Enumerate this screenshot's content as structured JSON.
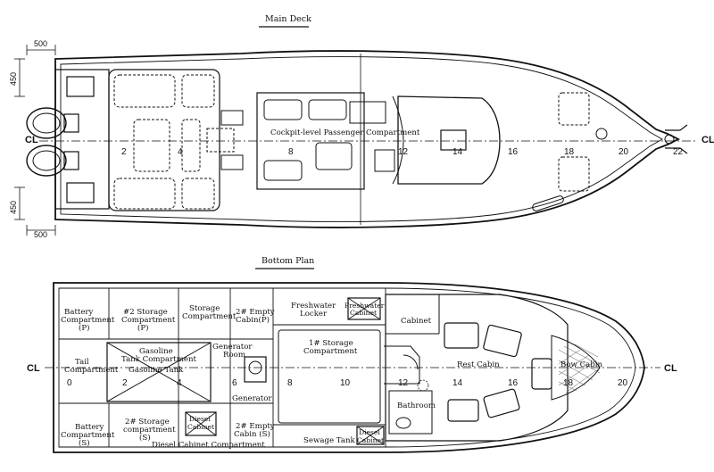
{
  "main_deck": {
    "title": "Main Deck",
    "passenger_label": "Cockpit-level Passenger Compartment",
    "dims": {
      "top": "500",
      "bottom": "500",
      "left_top": "450",
      "left_bottom": "450"
    },
    "cl_left": "CL",
    "cl_right": "CL",
    "stations": [
      "2",
      "4",
      "8",
      "12",
      "14",
      "16",
      "18",
      "20",
      "22"
    ]
  },
  "bottom_plan": {
    "title": "Bottom Plan",
    "cl_left": "CL",
    "cl_right": "CL",
    "rooms": {
      "battery_p": [
        "Battery",
        "Compartment",
        "(P)"
      ],
      "storage2_p": [
        "#2 Storage",
        "Compartment",
        "(P)"
      ],
      "storage": [
        "Storage",
        "Compartment"
      ],
      "empty_cabin_p": [
        "2# Empty",
        "Cabin(P)"
      ],
      "freshwater_locker": [
        "Freshwater",
        "Locker"
      ],
      "freshwater_cabinet": [
        "Freshwater",
        "Cabinet"
      ],
      "cabinet": "Cabinet",
      "tail": [
        "Tail",
        "Compartment"
      ],
      "gasoline_tank_compartment": [
        "Gasoline",
        "Tank Compartment"
      ],
      "gasoline_tank": "Gasoline Tank",
      "generator_room": [
        "Generator",
        "Room"
      ],
      "generator": "Generator",
      "storage1": [
        "1# Storage",
        "Compartment"
      ],
      "rest_cabin": "Rest Cabin",
      "bow_cabin": "Bow Cabin",
      "bathroom": "Bathroom",
      "battery_s": [
        "Battery",
        "Compartment",
        "(S)"
      ],
      "storage2_s": [
        "2# Storage",
        "compartment",
        "(S)"
      ],
      "diesel_cabinet": [
        "Diesel",
        "Cabinet"
      ],
      "empty_cabin_s": [
        "2# Empty",
        "Cabin (S)"
      ],
      "diesel_cabinet_compartment": "Diesel Cabinet Compartment",
      "sewage_tank": "Sewage Tank",
      "diesel_cabinet2": [
        "Diesel",
        "Cabinet"
      ]
    },
    "stations": [
      "0",
      "2",
      "4",
      "6",
      "8",
      "10",
      "12",
      "14",
      "16",
      "18",
      "20"
    ]
  },
  "colors": {
    "line": "#111111",
    "background": "#ffffff"
  }
}
